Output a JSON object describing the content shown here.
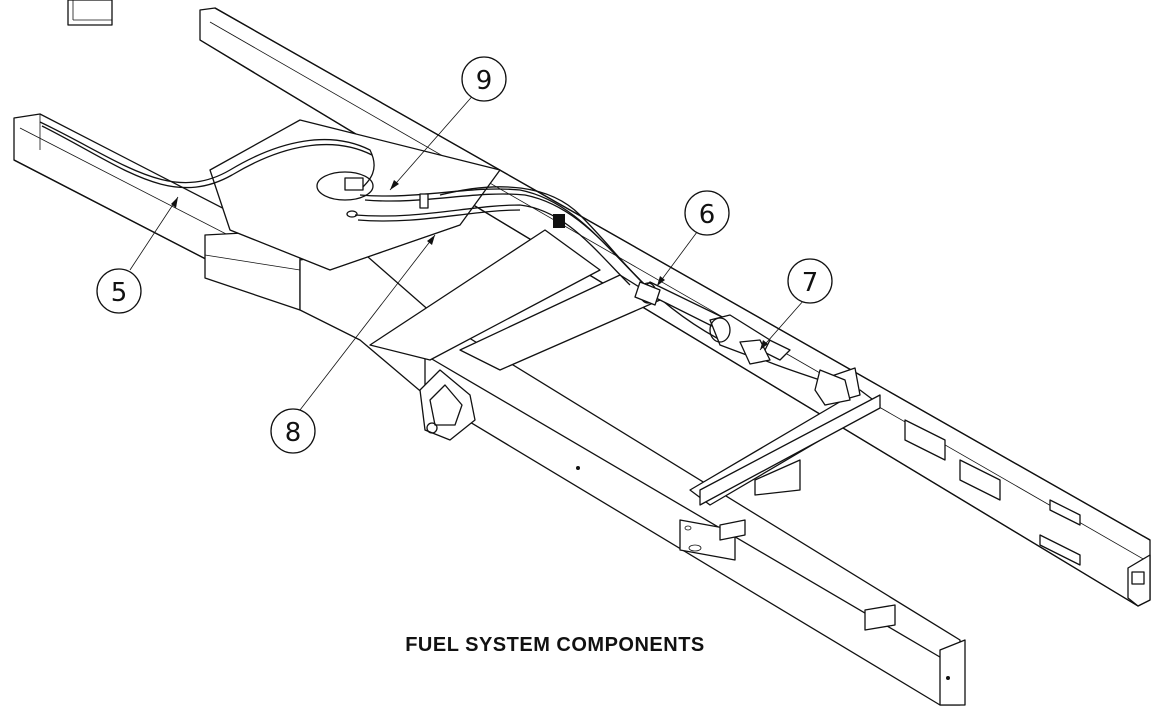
{
  "caption": "FUEL SYSTEM COMPONENTS",
  "callouts": [
    {
      "id": "c9",
      "label": "9"
    },
    {
      "id": "c5",
      "label": "5"
    },
    {
      "id": "c6",
      "label": "6"
    },
    {
      "id": "c7",
      "label": "7"
    },
    {
      "id": "c8",
      "label": "8"
    }
  ],
  "colors": {
    "ink": "#111111",
    "paper": "#ffffff"
  }
}
